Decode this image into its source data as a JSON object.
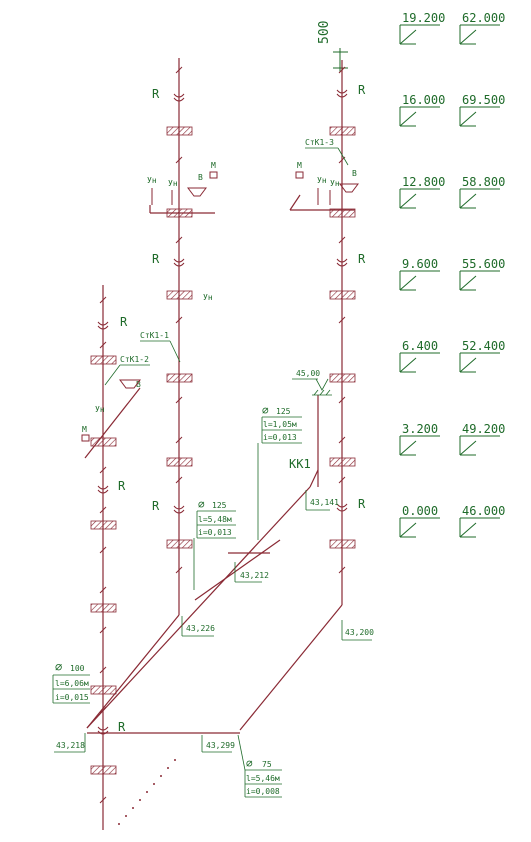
{
  "colors": {
    "pipe": "#8a2a35",
    "annotation": "#1f6b2a",
    "hatch": "#8a2a35"
  },
  "scale_mark": "500",
  "levels": [
    {
      "left": "19.200",
      "right": "62.000"
    },
    {
      "left": "16.000",
      "right": "69.500"
    },
    {
      "left": "12.800",
      "right": "58.800"
    },
    {
      "left": "9.600",
      "right": "55.600"
    },
    {
      "left": "6.400",
      "right": "52.400"
    },
    {
      "left": "3.200",
      "right": "49.200"
    },
    {
      "left": "0.000",
      "right": "46.000"
    }
  ],
  "risers": {
    "stk1_1": "СтК1-1",
    "stk1_2": "СтК1-2",
    "stk1_3": "СтК1-3"
  },
  "fixture_labels": {
    "r": "R",
    "un": "Ун",
    "v": "В",
    "m": "М"
  },
  "well": "КК1",
  "pipe_specs": [
    {
      "diameter": "125",
      "length": "l=1,05м",
      "slope": "i=0,013"
    },
    {
      "diameter": "125",
      "length": "l=5,48м",
      "slope": "i=0,013"
    },
    {
      "diameter": "100",
      "length": "l=6,06м",
      "slope": "i=0,015"
    },
    {
      "diameter": "75",
      "length": "l=5,46м",
      "slope": "i=0,008"
    }
  ],
  "elevations": {
    "well_top": "45,00",
    "e43141": "43,141",
    "e43212": "43,212",
    "e43226": "43,226",
    "e43200": "43,200",
    "e43218": "43,218",
    "e43299": "43,299"
  }
}
